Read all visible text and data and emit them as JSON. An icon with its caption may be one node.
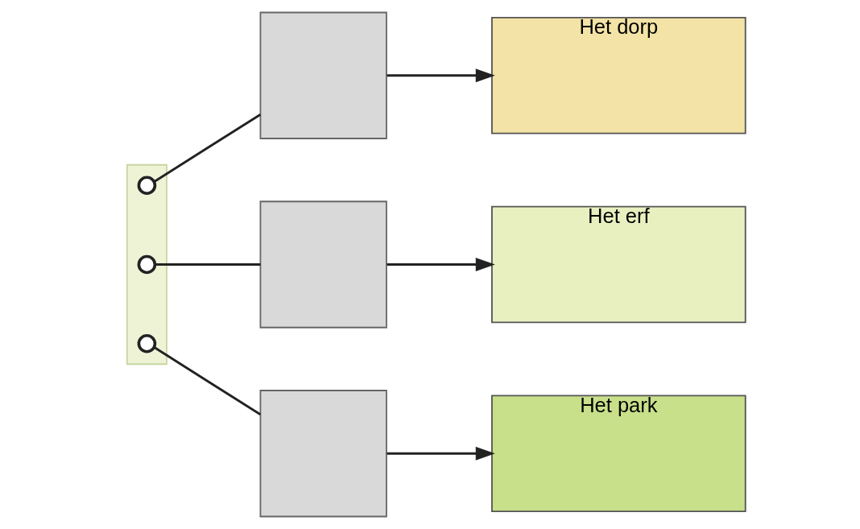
{
  "diagram": {
    "nodes": [
      {
        "text": [],
        "shape": "box"
      },
      {
        "text": [],
        "shape": "circle",
        "in": 0
      },
      {
        "text": [],
        "shape": "circle",
        "in": 0
      },
      {
        "text": [],
        "shape": "circle",
        "in": 0
      },
      {
        "text": [],
        "shape": "box"
      },
      {
        "text": [],
        "shape": "box"
      },
      {
        "text": [],
        "shape": "box"
      },
      {
        "text": [
          "Het dorp"
        ]
      },
      {
        "text": [
          "Het erf"
        ]
      },
      {
        "text": [
          "Het park"
        ]
      }
    ],
    "edges": [
      {
        "from": 1,
        "to": 4,
        "arrow": "none"
      },
      {
        "from": 2,
        "to": 5,
        "arrow": "none"
      },
      {
        "from": 3,
        "to": 6,
        "arrow": "none"
      },
      {
        "from": 4,
        "to": 7,
        "arrow": "to"
      },
      {
        "from": 5,
        "to": 8,
        "arrow": "to"
      },
      {
        "from": 6,
        "to": 9,
        "arrow": "to"
      }
    ]
  }
}
